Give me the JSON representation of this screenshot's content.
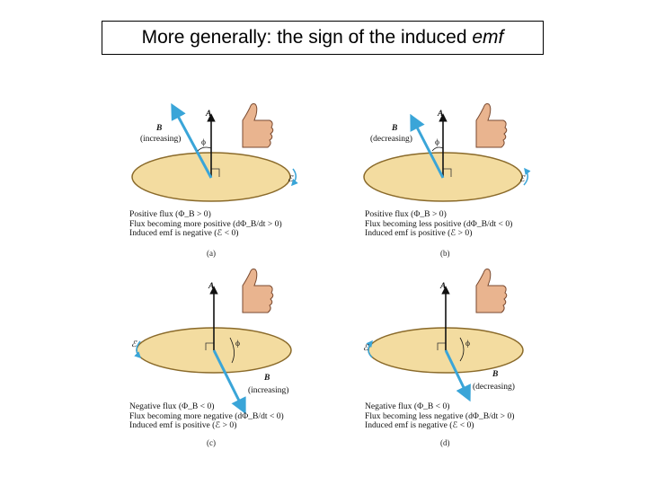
{
  "title": {
    "prefix": "More generally: the sign of the induced ",
    "emph": "emf"
  },
  "panels": [
    {
      "id": "a",
      "b_label": "B",
      "a_label": "A",
      "state": "(increasing)",
      "phi": "ϕ",
      "emf": "ℰ",
      "lines": [
        "Positive flux (Φ_B > 0)",
        "Flux becoming more positive (dΦ_B/dt > 0)",
        "Induced emf is negative (ℰ < 0)"
      ],
      "sublabel": "(a)"
    },
    {
      "id": "b",
      "b_label": "B",
      "a_label": "A",
      "state": "(decreasing)",
      "phi": "ϕ",
      "emf": "ℰ",
      "lines": [
        "Positive flux (Φ_B > 0)",
        "Flux becoming less positive (dΦ_B/dt < 0)",
        "Induced emf is positive (ℰ > 0)"
      ],
      "sublabel": "(b)"
    },
    {
      "id": "c",
      "b_label": "B",
      "a_label": "A",
      "state": "(increasing)",
      "phi": "ϕ",
      "emf": "ℰ",
      "lines": [
        "Negative flux (Φ_B < 0)",
        "Flux becoming more negative (dΦ_B/dt < 0)",
        "Induced emf is positive (ℰ > 0)"
      ],
      "sublabel": "(c)"
    },
    {
      "id": "d",
      "b_label": "B",
      "a_label": "A",
      "state": "(decreasing)",
      "phi": "ϕ",
      "emf": "ℰ",
      "lines": [
        "Negative flux (Φ_B < 0)",
        "Flux becoming less negative (dΦ_B/dt > 0)",
        "Induced emf is negative (ℰ < 0)"
      ],
      "sublabel": "(d)"
    }
  ],
  "colors": {
    "disk_fill": "#f3dca0",
    "disk_edge": "#8a6a2a",
    "b_arrow": "#3aa5d8",
    "emf_arrow": "#3aa5d8",
    "hand": "#e9b48f"
  }
}
